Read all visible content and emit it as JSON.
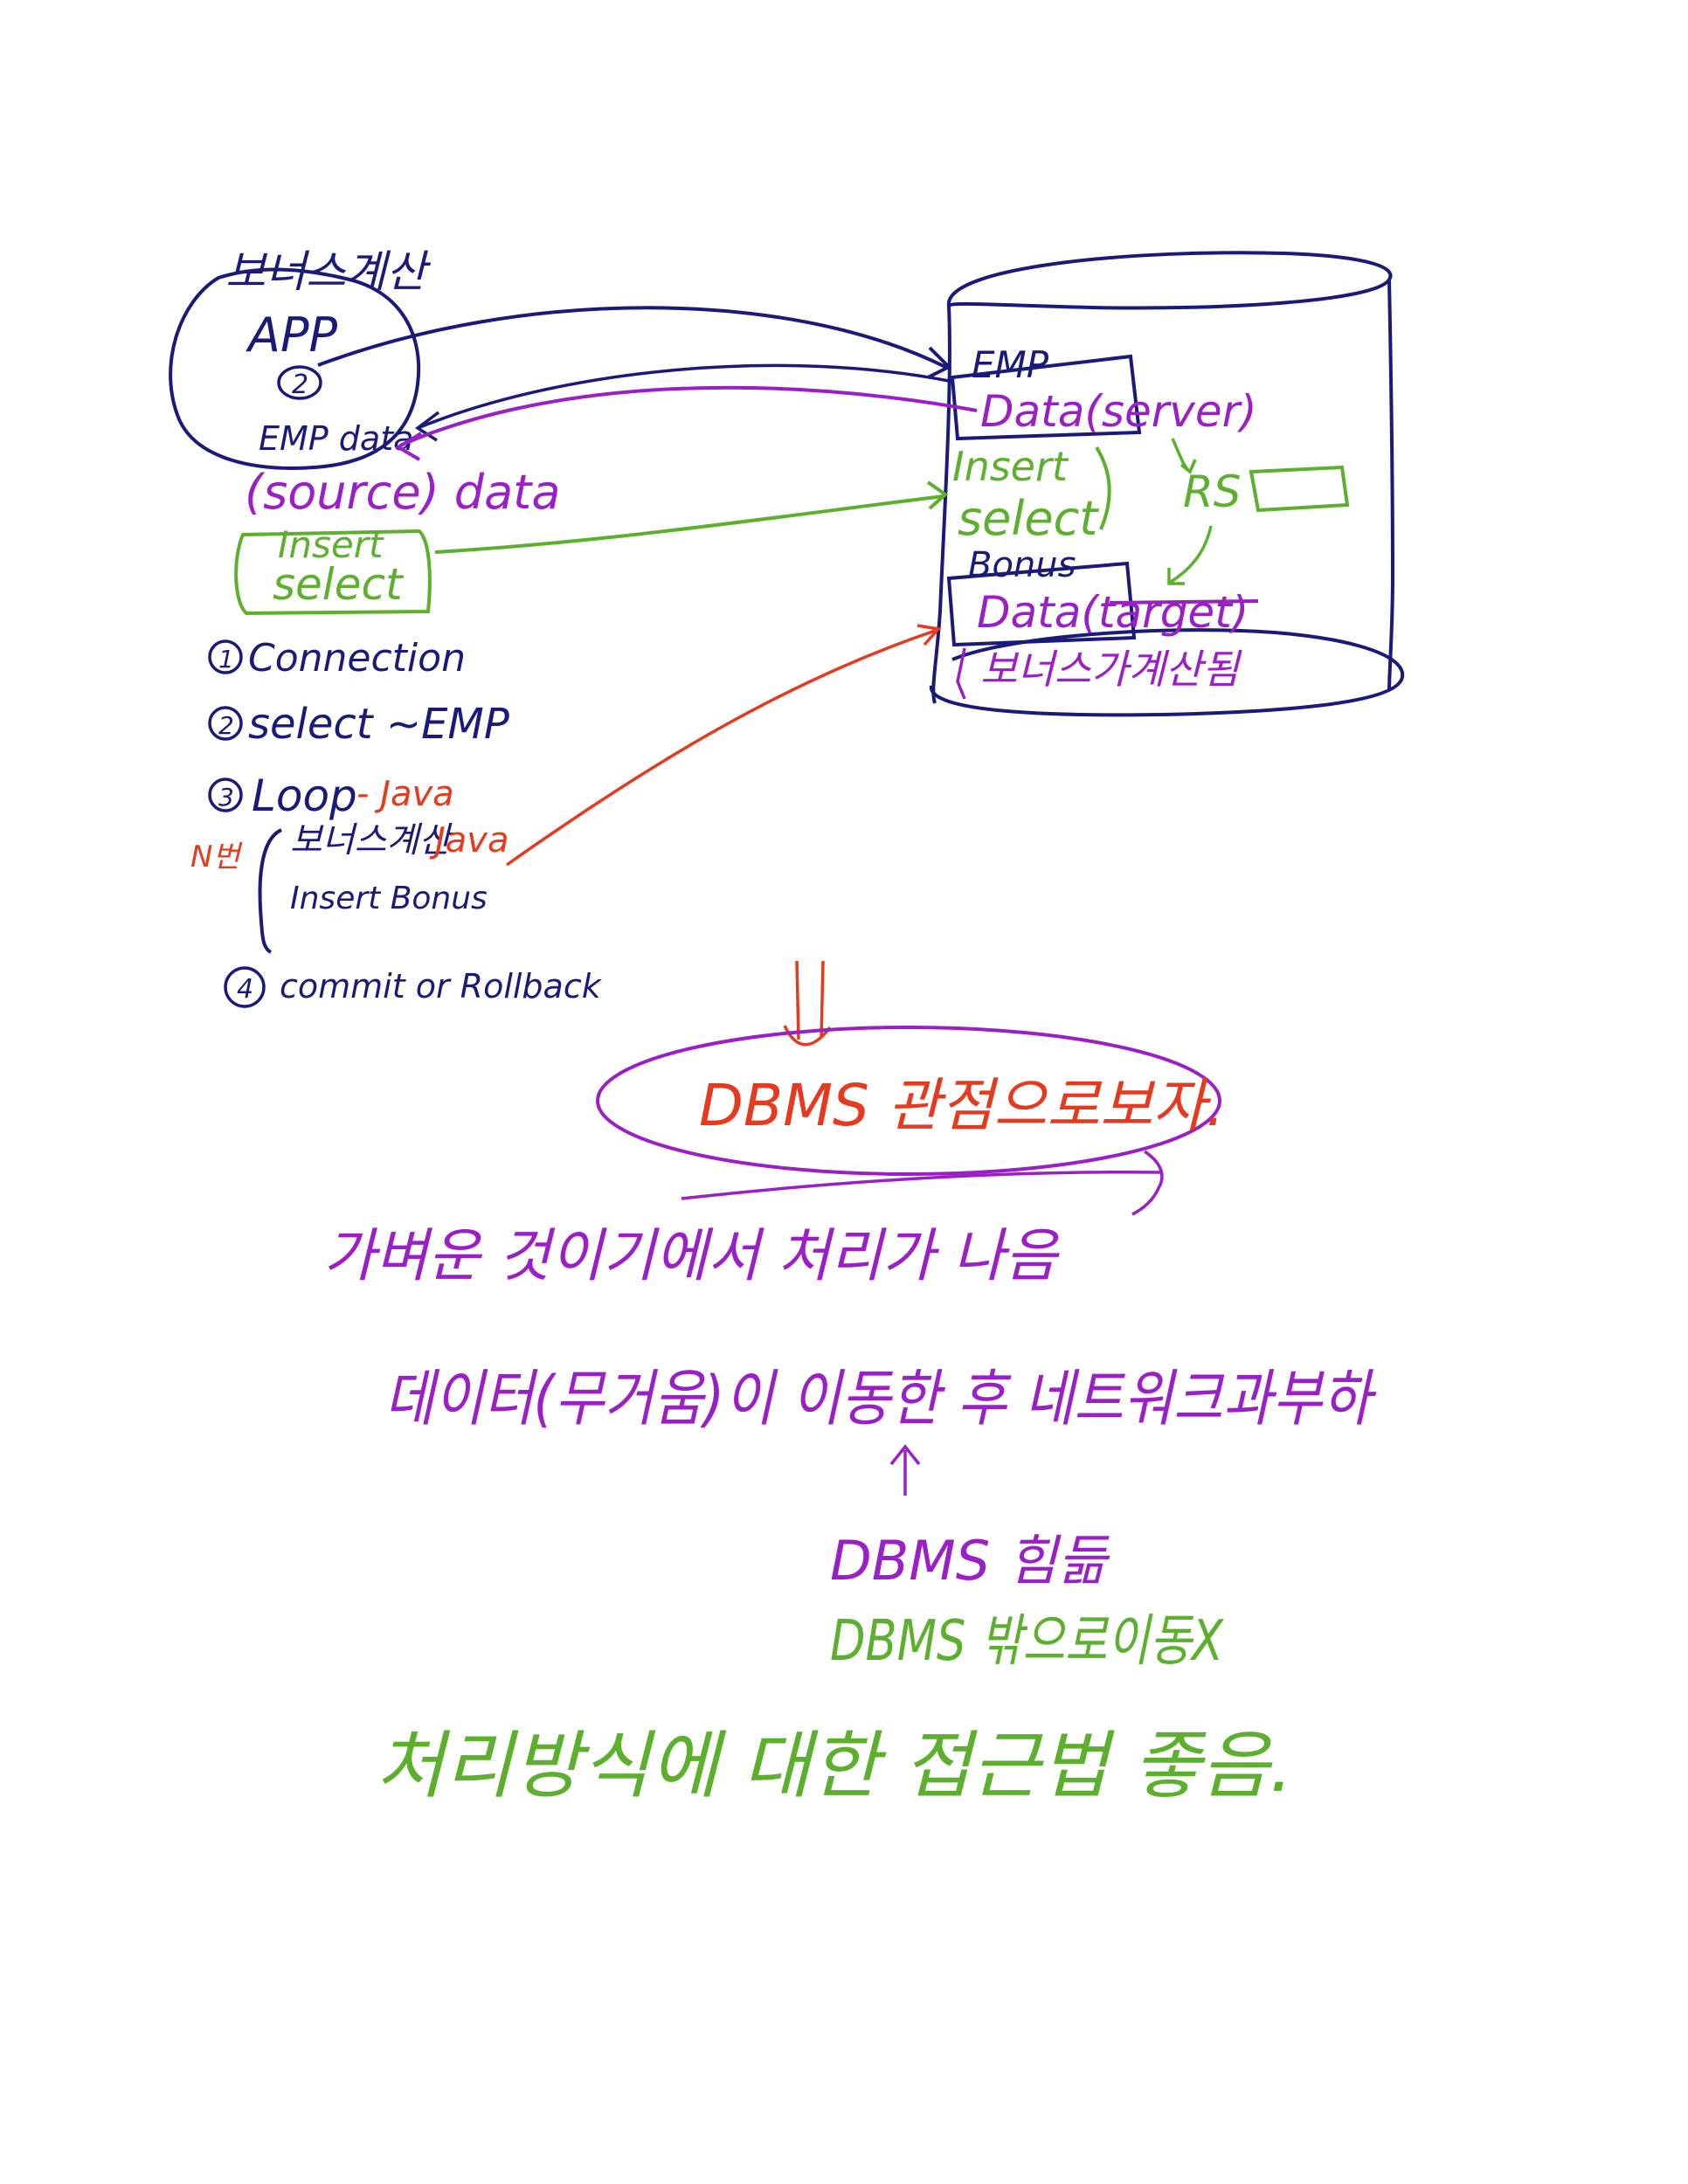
{
  "colors": {
    "navy": "#1a1a7a",
    "purple": "#9b1fc7",
    "green": "#5cb02e",
    "red": "#e63a1e"
  },
  "app": {
    "title": "보너스계산",
    "app_label": "APP",
    "step_circle": "2",
    "emp_data": "EMP data",
    "source_data": "(source) data",
    "insert": "Insert",
    "select": "select"
  },
  "steps": {
    "s1": "Connection",
    "s1_num": "1",
    "s2": "select ~EMP",
    "s2_num": "2",
    "s3": "Loop",
    "s3_num": "3",
    "s3_java": "- Java",
    "nbun": "N번",
    "calc": "보너스계산",
    "calc_java": "Java",
    "insert_bonus": "Insert Bonus",
    "s4": "commit or Rollback",
    "s4_num": "4"
  },
  "db": {
    "emp_label": "EMP",
    "emp_data": "Data(server)",
    "insert": "Insert",
    "select": "select",
    "rs": "RS",
    "bonus_label": "Bonus",
    "bonus_data": "Data(target)",
    "bonus_calc": "보너스가계산됨"
  },
  "notes": {
    "dbms_view": "DBMS 관점으로보자.",
    "line1": "가벼운 것이기에서 처리가 나음",
    "line2": "데이터(무거움)이 이동한 후 네트워크과부하",
    "line3": "DBMS 힘듦",
    "line4": "DBMS 밖으로이동X",
    "line5": "처리방식에 대한 접근법 좋음."
  }
}
